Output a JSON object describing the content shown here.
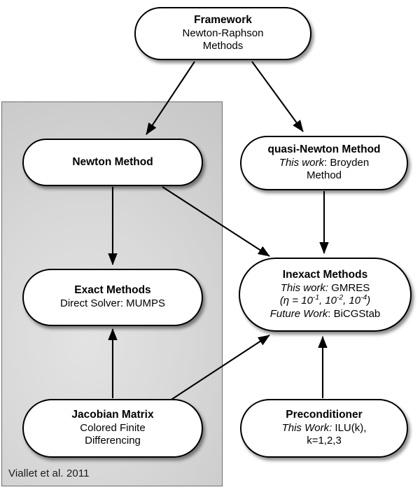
{
  "figure": {
    "caption": "Viallet et al. 2011",
    "group_label": "Viallet et al. 2011"
  },
  "nodes": {
    "framework": {
      "title": "Framework",
      "line2": "Newton-Raphson",
      "line3": "Methods"
    },
    "newton": {
      "title": "Newton Method"
    },
    "quasi_newton": {
      "title": "quasi-Newton Method",
      "line2_italic": "This work",
      "line2_rest": ": Broyden",
      "line3": "Method"
    },
    "exact": {
      "title": "Exact Methods",
      "line2": "Direct Solver: MUMPS"
    },
    "inexact": {
      "title": "Inexact Methods",
      "line2_italic": "This work:",
      "line2_rest": " GMRES",
      "line3_prefix": "(η = 10",
      "line3_exp1": "-1",
      "line3_mid1": ", 10",
      "line3_exp2": "-2",
      "line3_mid2": ", 10",
      "line3_exp3": "-4",
      "line3_suffix": ")",
      "line4_italic": "Future Work",
      "line4_rest": ": BiCGStab"
    },
    "jacobian": {
      "title": "Jacobian Matrix",
      "line2": "Colored Finite",
      "line3": "Differencing"
    },
    "preconditioner": {
      "title": "Preconditioner",
      "line2_italic": "This Work:",
      "line2_rest": " ILU(k),",
      "line3": "k=1,2,3"
    }
  },
  "edges": [
    {
      "id": "framework-to-newton",
      "from": "framework",
      "to": "newton"
    },
    {
      "id": "framework-to-quasi-newton",
      "from": "framework",
      "to": "quasi_newton"
    },
    {
      "id": "newton-to-exact",
      "from": "newton",
      "to": "exact"
    },
    {
      "id": "newton-to-inexact",
      "from": "newton",
      "to": "inexact"
    },
    {
      "id": "quasi-newton-to-inexact",
      "from": "quasi_newton",
      "to": "inexact"
    },
    {
      "id": "jacobian-to-exact",
      "from": "jacobian",
      "to": "exact"
    },
    {
      "id": "jacobian-to-inexact",
      "from": "jacobian",
      "to": "inexact"
    },
    {
      "id": "preconditioner-to-inexact",
      "from": "preconditioner",
      "to": "inexact"
    }
  ],
  "colors": {
    "group_fill": "#d4d4d4",
    "group_border": "#6e6e6e",
    "node_fill": "#ffffff",
    "node_border": "#000000",
    "edge": "#000000",
    "text": "#000000",
    "page_background": "#ffffff"
  }
}
